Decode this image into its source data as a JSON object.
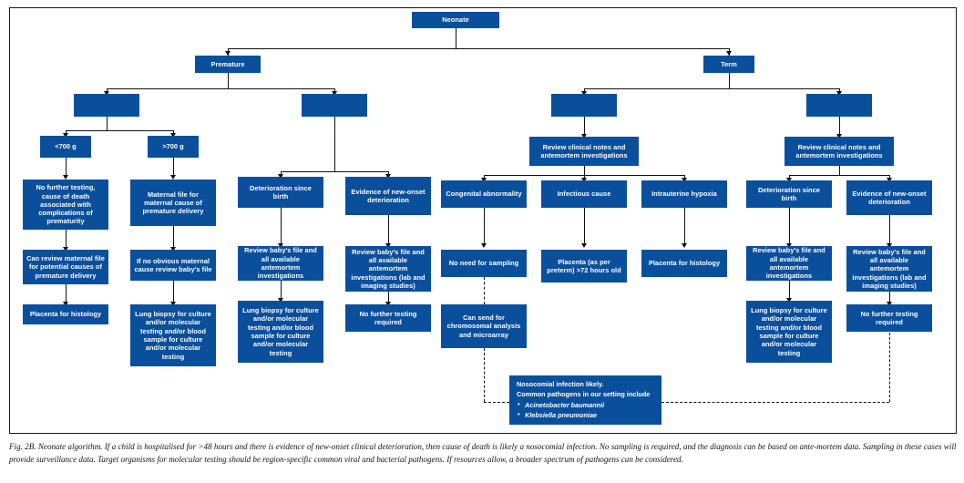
{
  "figure": {
    "id": "Fig. 2B.",
    "title": "Neonate algorithm.",
    "caption_rest": "If a child is hospitalised for >48 hours and there is evidence of new-onset clinical deterioration, then cause of death is likely a nosocomial infection. No sampling is required, and the diagnosis can be based on ante-mortem data. Sampling in these cases will provide surveillance data. Target organisms for molecular testing should be region-specific common viral and bacterial pathogens. If resources allow, a broader spectrum of pathogens can be considered."
  },
  "colors": {
    "node_fill": "#0a4f9c",
    "node_text": "#ffffff",
    "connector": "#111111",
    "frame": "#1a1a1a",
    "page": "#ffffff"
  },
  "nodes": {
    "root": "Neonate",
    "premature": "Premature",
    "term": "Term",
    "blank_prem_left": "",
    "blank_prem_right": "",
    "blank_term_left": "",
    "blank_term_right": "",
    "weight_under": "<700 g",
    "weight_over": ">700 g",
    "no_further_testing_prematurity": "No further testing, cause of death associated with complications of prematurity",
    "maternal_file": "Maternal file for maternal cause of premature delivery",
    "can_review_maternal_file": "Can review maternal file for potential causes of premature delivery",
    "placenta_histology_left": "Placenta for histology",
    "if_no_obvious_maternal": "If no obvious maternal cause review baby's file",
    "lung_biopsy_prem": "Lung biopsy for culture and/or molecular testing and/or blood sample for culture and/or molecular testing",
    "deterioration_since_birth_prem": "Deterioration since birth",
    "evidence_new_onset_prem": "Evidence of new-onset deterioration",
    "review_baby_file_prem": "Review baby's file and all available antemortem investigations",
    "lung_biopsy_prem2": "Lung biopsy for culture and/or molecular testing and/or blood sample for culture and/or molecular testing",
    "review_baby_file_prem2": "Review baby's file and all available antemortem investigations (lab and imaging studies)",
    "no_further_testing_prem": "No further testing required",
    "review_clinical_notes_left": "Review clinical notes and antemortem investigations",
    "review_clinical_notes_right": "Review clinical notes and antemortem investigations",
    "congenital_abnormality": "Congenital abnormality",
    "infectious_cause": "Infectious cause",
    "intrauterine_hypoxia": "Intrauterine hypoxia",
    "no_need_sampling": "No need for sampling",
    "placenta_preterm": "Placenta (as per preterm) >72 hours old",
    "placenta_histology_right": "Placenta for histology",
    "chromosomal_analysis": "Can send for chromosomal analysis and microarray",
    "deterioration_since_birth_term": "Deterioration since birth",
    "evidence_new_onset_term": "Evidence of new-onset deterioration",
    "review_baby_file_term": "Review baby's file and all available antemortem investigations",
    "lung_biopsy_term": "Lung biopsy for culture and/or molecular testing and/or blood sample for culture and/or molecular testing",
    "review_baby_file_term2": "Review baby's file and all available antemortem investigations (lab and imaging studies)",
    "no_further_testing_term": "No further testing required"
  },
  "note": {
    "line1": "Nosocomial infection likely.",
    "line2": "Common pathogens in our setting include",
    "pathogens": [
      "Acinetobacter baumannii",
      "Klebsiella pneumoniae"
    ]
  }
}
